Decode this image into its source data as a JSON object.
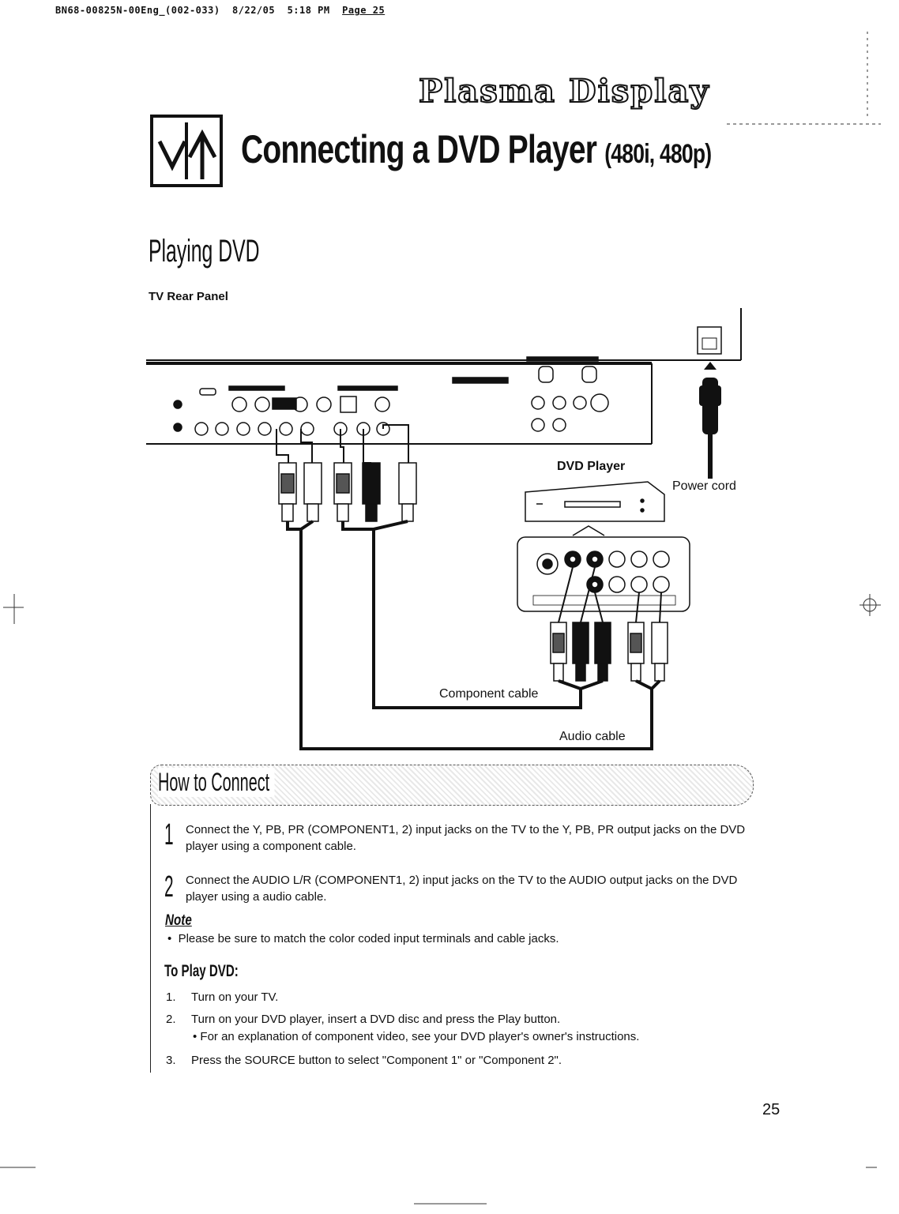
{
  "header": {
    "file": "BN68-00825N-00Eng_(002-033)",
    "date": "8/22/05",
    "time": "5:18 PM",
    "page_label": "Page 25"
  },
  "brand": "Plasma Display",
  "title": {
    "main": "Connecting a DVD Player",
    "sub": "(480i, 480p)"
  },
  "icon_names": [
    "connect-arrows-icon",
    "power-plug-icon",
    "dvd-player-icon"
  ],
  "section_title": "Playing DVD",
  "diagram": {
    "panel_label": "TV Rear Panel",
    "dvd_label": "DVD Player",
    "power_label": "Power cord",
    "component_label": "Component cable",
    "audio_label": "Audio cable"
  },
  "howto": {
    "title": "How to Connect",
    "steps": [
      {
        "num": "1",
        "text": "Connect the Y, PB, PR (COMPONENT1, 2) input jacks on the TV to the Y, PB, PR output jacks on the DVD player using a component cable."
      },
      {
        "num": "2",
        "text": "Connect the AUDIO L/R (COMPONENT1, 2) input jacks on the TV to the AUDIO output jacks on the DVD player using a audio cable."
      }
    ],
    "note_title": "Note",
    "note": "Please be sure to match the color coded input terminals and cable jacks."
  },
  "play": {
    "title": "To Play DVD:",
    "items": [
      {
        "num": "1.",
        "text": "Turn on your TV."
      },
      {
        "num": "2.",
        "text": "Turn on your DVD player, insert a DVD disc and press the Play button.",
        "sub": "• For an explanation of component video, see your DVD player's owner's instructions."
      },
      {
        "num": "3.",
        "text": "Press the SOURCE button to select \"Component 1\" or \"Component 2\"."
      }
    ]
  },
  "page_number": "25"
}
